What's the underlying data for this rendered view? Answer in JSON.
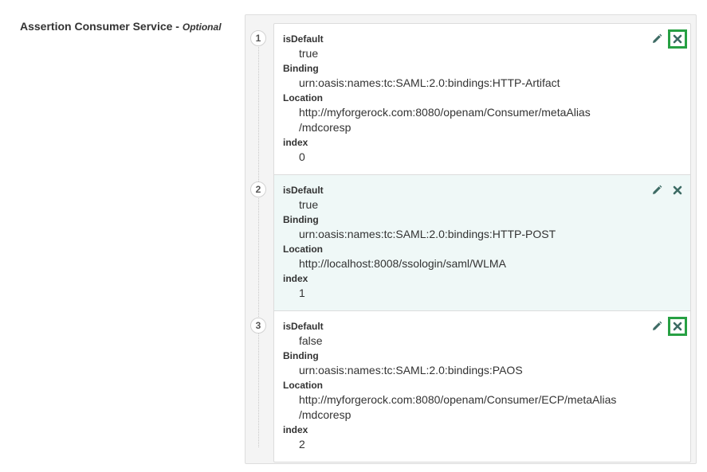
{
  "field": {
    "label": "Assertion Consumer Service - ",
    "optional": "Optional"
  },
  "cards": [
    {
      "num": "1",
      "fields": [
        {
          "key": "isDefault",
          "values": [
            "true"
          ]
        },
        {
          "key": "Binding",
          "values": [
            "urn:oasis:names:tc:SAML:2.0:bindings:HTTP-Artifact"
          ]
        },
        {
          "key": "Location",
          "values": [
            "http://myforgerock.com:8080/openam/Consumer/metaAlias",
            "/mdcoresp"
          ]
        },
        {
          "key": "index",
          "values": [
            "0"
          ]
        }
      ]
    },
    {
      "num": "2",
      "fields": [
        {
          "key": "isDefault",
          "values": [
            "true"
          ]
        },
        {
          "key": "Binding",
          "values": [
            "urn:oasis:names:tc:SAML:2.0:bindings:HTTP-POST"
          ]
        },
        {
          "key": "Location",
          "values": [
            "http://localhost:8008/ssologin/saml/WLMA"
          ]
        },
        {
          "key": "index",
          "values": [
            "1"
          ]
        }
      ]
    },
    {
      "num": "3",
      "fields": [
        {
          "key": "isDefault",
          "values": [
            "false"
          ]
        },
        {
          "key": "Binding",
          "values": [
            "urn:oasis:names:tc:SAML:2.0:bindings:PAOS"
          ]
        },
        {
          "key": "Location",
          "values": [
            "http://myforgerock.com:8080/openam/Consumer/ECP/metaAlias",
            "/mdcoresp"
          ]
        },
        {
          "key": "index",
          "values": [
            "2"
          ]
        }
      ]
    }
  ],
  "icons": {
    "edit": "pencil-icon",
    "delete": "close-icon"
  },
  "colors": {
    "icon": "#3d6b64",
    "highlight": "#27a043",
    "alt_row": "#eff8f7"
  }
}
